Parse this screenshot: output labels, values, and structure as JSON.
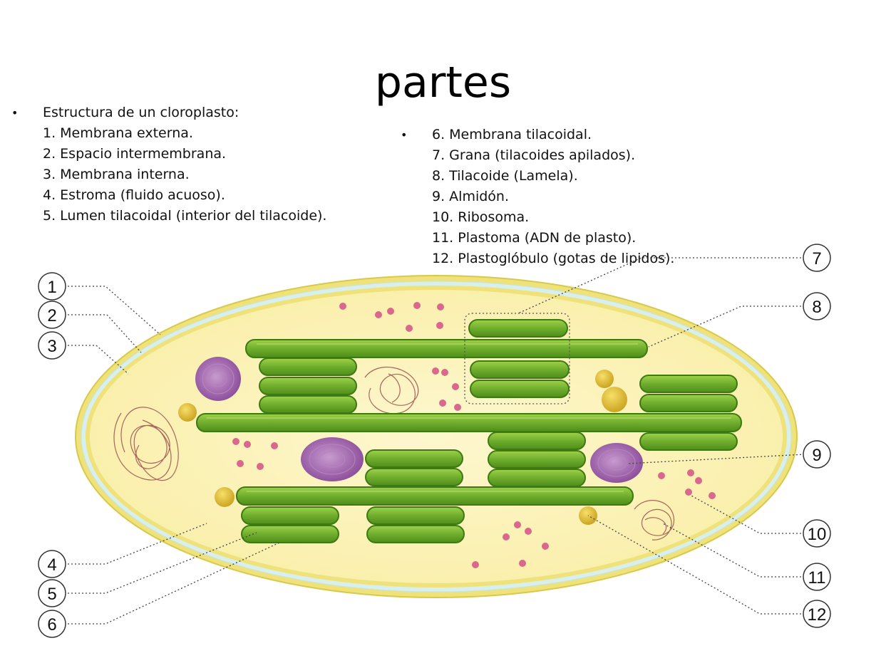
{
  "title": "partes",
  "list_left": {
    "bullet": "•",
    "items": [
      "Estructura de un cloroplasto:",
      "1. Membrana externa.",
      "2. Espacio intermembrana.",
      "3. Membrana interna.",
      "4. Estroma (fluido acuoso).",
      "5. Lumen tilacoidal (interior del tilacoide)."
    ]
  },
  "list_right": {
    "bullet": "•",
    "items": [
      "6. Membrana tilacoidal.",
      "7. Grana (tilacoides apilados).",
      "8. Tilacoide (Lamela).",
      "9. Almidón.",
      "10. Ribosoma.",
      "11. Plastoma (ADN de plasto).",
      "12. Plastoglóbulo (gotas de lipidos)."
    ]
  },
  "callouts": [
    "1",
    "2",
    "3",
    "4",
    "5",
    "6",
    "7",
    "8",
    "9",
    "10",
    "11",
    "12"
  ],
  "colors": {
    "outer_membrane": "#f2e58a",
    "intermembrane": "#d9f0ee",
    "stroma": "#fcf3b8",
    "thylakoid": "#6fae2d",
    "thylakoid_dark": "#3d7a12",
    "starch": "#9b5ea8",
    "ribosome": "#d9688c",
    "plastoglobule": "#d9b224",
    "dna": "#a0665a"
  }
}
